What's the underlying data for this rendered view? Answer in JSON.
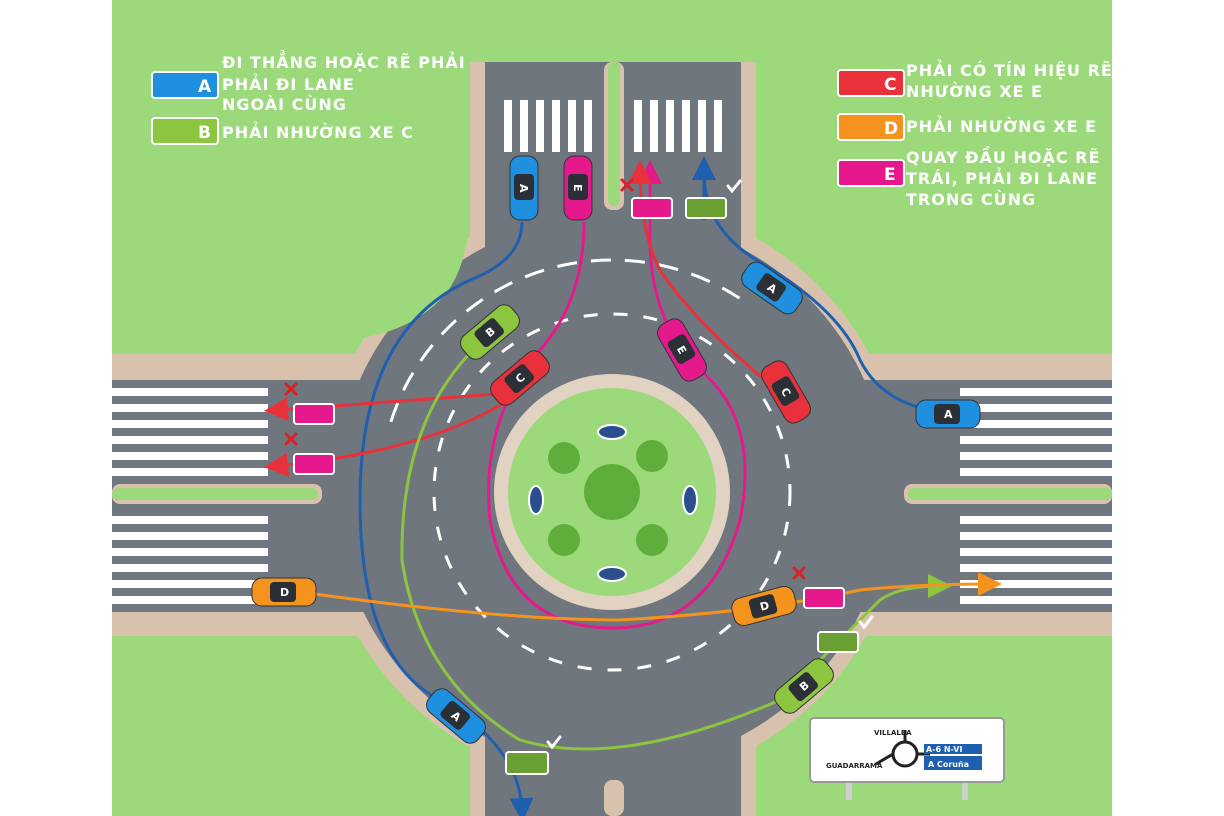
{
  "colors": {
    "grass": "#9bd97a",
    "road": "#6f757d",
    "sidewalk": "#d9c2ad",
    "blue": "#1f8fe0",
    "green": "#8cc63f",
    "red": "#e8313a",
    "orange": "#f4941f",
    "magenta": "#e6198c",
    "fail": "#d92027",
    "ok": "#ffffff"
  },
  "legend": [
    {
      "letter": "A",
      "color": "#1f8fe0",
      "lines": [
        "ĐI THẲNG HOẶC RẼ PHẢI",
        "PHẢI ĐI LANE",
        "NGOÀI CÙNG"
      ]
    },
    {
      "letter": "B",
      "color": "#8cc63f",
      "lines": [
        "PHẢI NHƯỜNG XE C"
      ]
    },
    {
      "letter": "C",
      "color": "#e8313a",
      "lines": [
        "PHẢI CÓ TÍN HIỆU RẼ,",
        "NHƯỜNG XE E"
      ]
    },
    {
      "letter": "D",
      "color": "#f4941f",
      "lines": [
        "PHẢI NHƯỜNG XE E"
      ]
    },
    {
      "letter": "E",
      "color": "#e6198c",
      "lines": [
        "QUAY ĐẦU HOẶC RẼ",
        "TRÁI, PHẢI ĐI LANE",
        "TRONG CÙNG"
      ]
    }
  ],
  "cars": [
    {
      "letter": "A",
      "color": "#1f8fe0"
    },
    {
      "letter": "E",
      "color": "#e6198c"
    },
    {
      "letter": "A",
      "color": "#1f8fe0"
    },
    {
      "letter": "B",
      "color": "#8cc63f"
    },
    {
      "letter": "C",
      "color": "#e8313a"
    },
    {
      "letter": "E",
      "color": "#e6198c"
    },
    {
      "letter": "C",
      "color": "#e8313a"
    },
    {
      "letter": "A",
      "color": "#1f8fe0"
    },
    {
      "letter": "D",
      "color": "#f4941f"
    },
    {
      "letter": "D",
      "color": "#f4941f"
    },
    {
      "letter": "B",
      "color": "#8cc63f"
    },
    {
      "letter": "A",
      "color": "#1f8fe0"
    }
  ],
  "sign": {
    "top": "VILLALBA",
    "left": "GUADARRAMA",
    "right_tag": "A-6 N-VI",
    "right": "A Coruña"
  }
}
